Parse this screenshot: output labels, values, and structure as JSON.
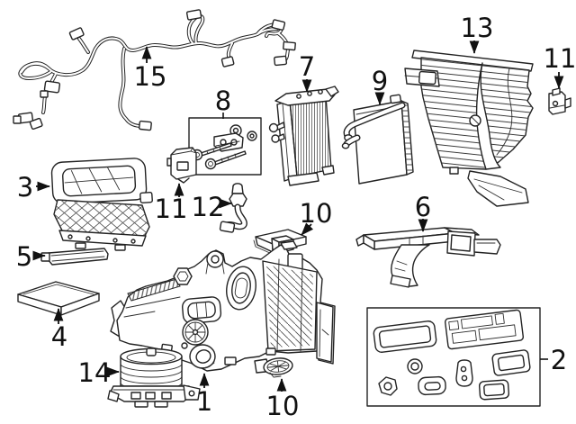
{
  "diagram": {
    "background_color": "#ffffff",
    "line_color": "#232323",
    "label_color": "#111111",
    "callouts": [
      {
        "label": "1"
      },
      {
        "label": "2"
      },
      {
        "label": "3"
      },
      {
        "label": "4"
      },
      {
        "label": "5"
      },
      {
        "label": "6"
      },
      {
        "label": "7"
      },
      {
        "label": "8"
      },
      {
        "label": "9"
      },
      {
        "label": "10"
      },
      {
        "label": "10"
      },
      {
        "label": "11"
      },
      {
        "label": "11"
      },
      {
        "label": "12"
      },
      {
        "label": "13"
      },
      {
        "label": "14"
      },
      {
        "label": "15"
      }
    ]
  }
}
